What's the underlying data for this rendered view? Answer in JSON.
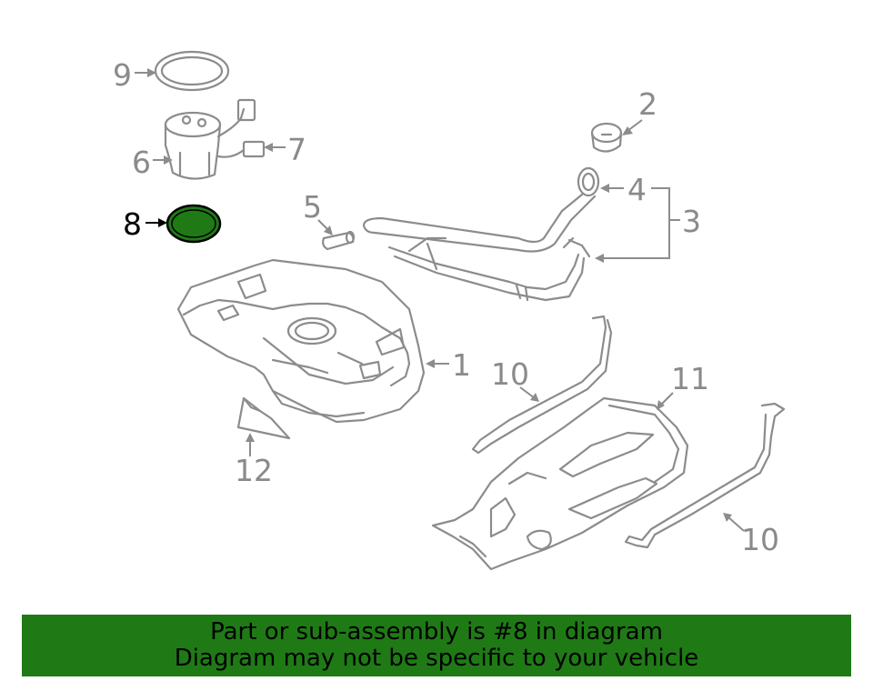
{
  "highlight_color": "#1f7a16",
  "callouts": {
    "c1": "1",
    "c2": "2",
    "c3": "3",
    "c4": "4",
    "c5": "5",
    "c6": "6",
    "c7": "7",
    "c8": "8",
    "c9": "9",
    "c10a": "10",
    "c10b": "10",
    "c11": "11",
    "c12": "12"
  },
  "banner": {
    "line1": "Part or sub-assembly is #8 in diagram",
    "line2": "Diagram may not be specific to your vehicle"
  }
}
